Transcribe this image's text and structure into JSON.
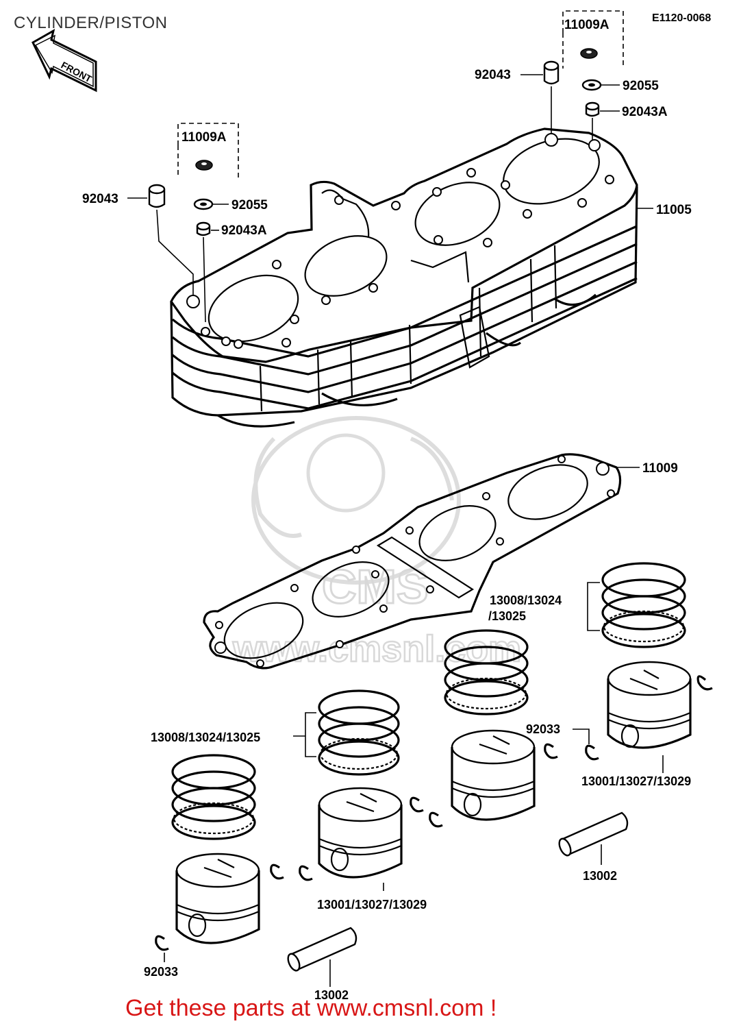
{
  "page": {
    "title": "CYLINDER/PISTON",
    "drawing_id": "E1120-0068",
    "footer": "Get these parts at www.cmsnl.com !"
  },
  "diagram": {
    "front_arrow_label": "FRONT",
    "watermark": "www.cmsnl.com",
    "callouts": {
      "kit_11009a_top": "11009A",
      "kit_11009a_left": "11009A",
      "dowel_92043_top": "92043",
      "dowel_92043_left": "92043",
      "washer_92055_top": "92055",
      "washer_92055_left": "92055",
      "dowel_92043a_top": "92043A",
      "dowel_92043a_left": "92043A",
      "cylinder_block": "11005",
      "gasket": "11009",
      "rings_right": "13008/13024",
      "rings_right_2": "/13025",
      "rings_left": "13008/13024/13025",
      "clip_92033_right": "92033",
      "clip_92033_left": "92033",
      "piston_right": "13001/13027/13029",
      "piston_left": "13001/13027/13029",
      "pin_right": "13002",
      "pin_left": "13002"
    }
  }
}
